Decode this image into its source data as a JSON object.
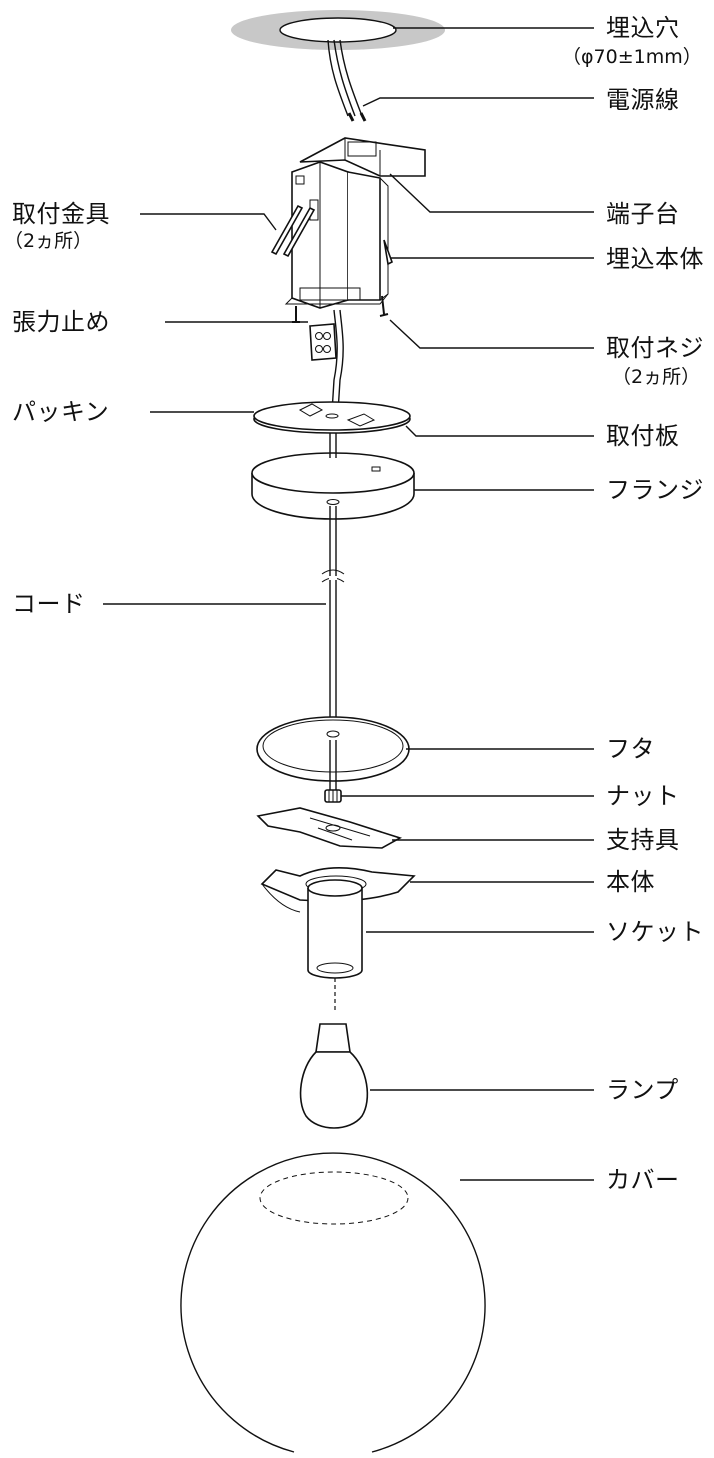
{
  "labels": {
    "umekomi_ana": "埋込穴",
    "umekomi_ana_dim": "（φ70±1mm）",
    "dengensen": "電源線",
    "toritsuke_kanagu": "取付金具",
    "toritsuke_kanagu_qty": "（2ヵ所）",
    "tanshidai": "端子台",
    "umekomi_hontai": "埋込本体",
    "choryoku_dome": "張力止め",
    "toritsuke_neji": "取付ネジ",
    "toritsuke_neji_qty": "（2ヵ所）",
    "packing": "パッキン",
    "toritsuke_ita": "取付板",
    "flange": "フランジ",
    "cord": "コード",
    "futa": "フタ",
    "nut": "ナット",
    "shijigu": "支持具",
    "hontai": "本体",
    "socket": "ソケット",
    "lamp": "ランプ",
    "cover": "カバー"
  }
}
